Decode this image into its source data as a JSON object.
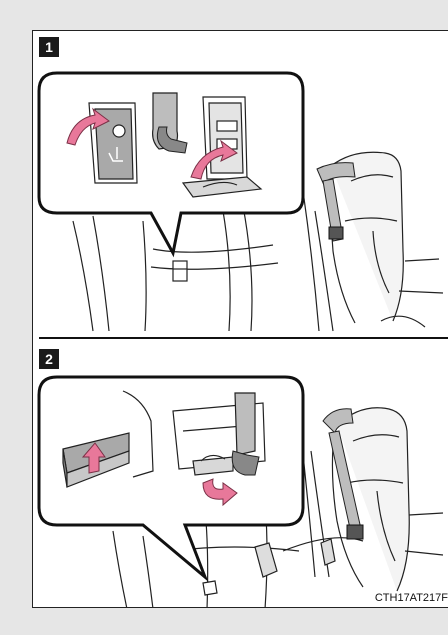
{
  "steps": [
    {
      "number": "1"
    },
    {
      "number": "2"
    }
  ],
  "figure_code": "CTH17AT217F",
  "colors": {
    "arrow": "#e8789a",
    "strap": "#bdbdbd",
    "badge": "#1a1a1a",
    "line": "#222222"
  }
}
